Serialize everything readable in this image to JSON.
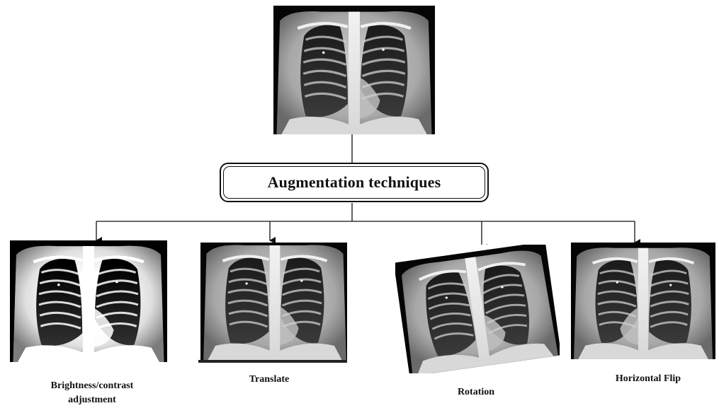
{
  "diagram": {
    "center_label": "Augmentation techniques",
    "source_image": {
      "icon": "chest-xray-image"
    },
    "techniques": [
      {
        "label": "Brightness/contrast adjustment",
        "icon": "chest-xray-image"
      },
      {
        "label": "Translate",
        "icon": "chest-xray-image"
      },
      {
        "label": "Rotation",
        "icon": "chest-xray-image"
      },
      {
        "label": "Horizontal Flip",
        "icon": "chest-xray-image"
      }
    ]
  },
  "colors": {
    "line": "#111111",
    "background": "#ffffff"
  }
}
